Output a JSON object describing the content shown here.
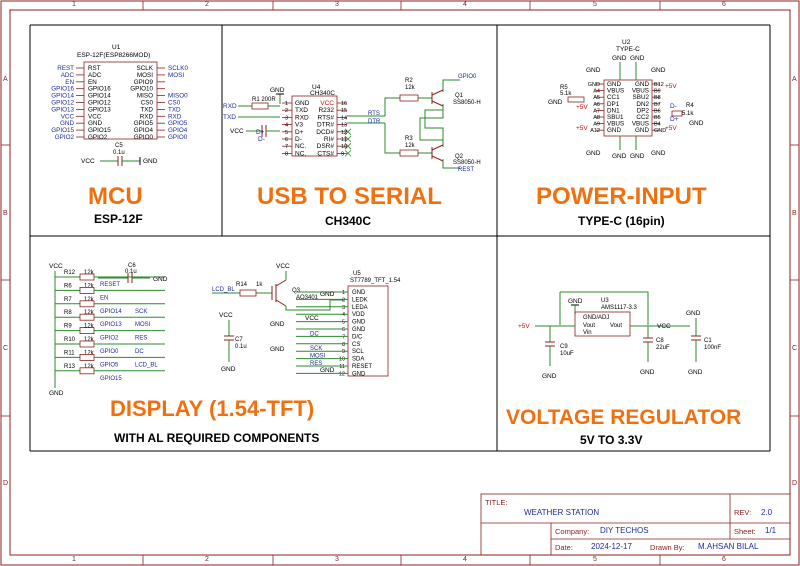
{
  "rulers": {
    "columns": [
      "1",
      "2",
      "3",
      "4",
      "5",
      "6"
    ],
    "rows": [
      "A",
      "B",
      "C",
      "D"
    ]
  },
  "blocks": {
    "mcu": {
      "title": "MCU",
      "subtitle": "ESP-12F",
      "ref": "U1",
      "part": "ESP-12F(ESP8266MOD)",
      "pins_left": [
        "RST",
        "ADC",
        "EN",
        "GPIO16",
        "GPIO14",
        "GPIO12",
        "GPIO13",
        "VCC",
        "GND",
        "GPIO15",
        "GPIO2"
      ],
      "pins_right": [
        "SCLK",
        "MOSI",
        "GPIO9",
        "GPIO10",
        "MISO",
        "CS0",
        "TXD",
        "RXD",
        "GPIO5",
        "GPIO4",
        "GPIO0"
      ],
      "nets_left": [
        "REST",
        "ADC",
        "EN",
        "GPIO16",
        "GPIO14",
        "GPIO12",
        "GPIO13",
        "VCC",
        "GND",
        "GPIO15",
        "GPIO2"
      ],
      "nets_right": [
        "SCLK0",
        "MOSI",
        "",
        "",
        "MISO0",
        "CS0",
        "TXD",
        "RXD",
        "GPIO5",
        "GPIO4",
        "GPIO0"
      ],
      "cap_ref": "C5",
      "cap_val": "0.1u",
      "vcc": "VCC",
      "gnd": "GND"
    },
    "usb": {
      "title": "USB TO SERIAL",
      "subtitle": "CH340C",
      "ref": "U4",
      "part": "CH340C",
      "pins_left": [
        "GND",
        "TXD",
        "RXD",
        "V3",
        "D+",
        "D-",
        "NC.",
        "NC."
      ],
      "pins_right": [
        "VCC",
        "R232",
        "RTS#",
        "DTR#",
        "DCD#",
        "RI#",
        "DSR#",
        "CTS#"
      ],
      "r1": "R1 200R",
      "rxd": "RXD",
      "txd": "TXD",
      "vcc": "VCC",
      "gnd": "GND",
      "dplus": "D+",
      "dminus": "D-",
      "rts": "RTS",
      "dtr": "DTR",
      "r2": "R2",
      "r2val": "12k",
      "r3": "R3",
      "r3val": "12k",
      "q1": "Q1",
      "q1part": "SS8050-H",
      "q2": "Q2",
      "q2part": "SS8050-H",
      "gpio0": "GPIO0",
      "rest": "REST"
    },
    "power": {
      "title": "POWER-INPUT",
      "subtitle": "TYPE-C (16pin)",
      "ref": "U2",
      "part": "TYPE-C",
      "pins_left": [
        "GND",
        "A4",
        "A5",
        "A6",
        "A7",
        "A8",
        "A9",
        "A12"
      ],
      "pins_right": [
        "B12",
        "B9",
        "B8",
        "B7",
        "B6",
        "B5",
        "B4",
        "GND"
      ],
      "sig_left": [
        "GND",
        "VBUS",
        "CC1",
        "DP1",
        "DN1",
        "SBU1",
        "VBUS",
        "GND"
      ],
      "sig_right": [
        "GND",
        "VBUS",
        "SBU2",
        "DN2",
        "DP2",
        "CC2",
        "VBUS",
        "GND"
      ],
      "r5": "R5",
      "r5val": "5.1k",
      "r4": "R4",
      "r4val": "5.1k",
      "v5": "+5V",
      "dminus": "D-",
      "dplus": "D+",
      "gnd": "GND"
    },
    "display": {
      "title": "DISPLAY (1.54-TFT)",
      "subtitle": "WITH AL REQUIRED COMPONENTS",
      "resistors": [
        {
          "ref": "R12",
          "val": "12k",
          "net": "RESET"
        },
        {
          "ref": "R6",
          "val": "12k",
          "net": "EN"
        },
        {
          "ref": "R7",
          "val": "12k",
          "net": "GPIO14",
          "out": "SCK"
        },
        {
          "ref": "R8",
          "val": "12k",
          "net": "GPIO13",
          "out": "MOSI"
        },
        {
          "ref": "R9",
          "val": "12k",
          "net": "GPIO2",
          "out": "RES"
        },
        {
          "ref": "R10",
          "val": "12k",
          "net": "GPIO0",
          "out": "DC"
        },
        {
          "ref": "R11",
          "val": "12k",
          "net": "GPIO5",
          "out": "LCD_BL"
        },
        {
          "ref": "R13",
          "val": "12k",
          "net": "GPIO15"
        }
      ],
      "vcc": "VCC",
      "gnd": "GND",
      "c6": "C6",
      "c6val": "0.1u",
      "c7": "C7",
      "c7val": "0.1u",
      "lcd_bl": "LCD_BL",
      "r14": "R14",
      "r14val": "1k",
      "q3": "Q3",
      "q3part": "AO3401",
      "u5": "U5",
      "u5part": "ST7789_TFT_1.54",
      "tft_pins": [
        "GND",
        "LEDK",
        "LEDA",
        "VDD",
        "GND",
        "GND",
        "D/C",
        "CS",
        "SCL",
        "SDA",
        "RESET",
        "GND"
      ],
      "tft_nums": [
        "1",
        "2",
        "3",
        "4",
        "5",
        "6",
        "7",
        "8",
        "9",
        "10",
        "11",
        "12"
      ],
      "tft_nets": [
        "",
        "",
        "",
        "",
        "",
        "",
        "DC",
        "",
        "SCK",
        "MOSI",
        "RES",
        ""
      ]
    },
    "regulator": {
      "title": "VOLTAGE REGULATOR",
      "subtitle": "5V TO 3.3V",
      "ref": "U3",
      "part": "AMS1117-3.3",
      "pin_adj": "GND/ADJ",
      "pin_vout": "Vout",
      "pin_vin": "Vin",
      "pin_vout2": "Vout",
      "vin": "+5V",
      "vout": "VCC",
      "c9": "C9",
      "c9val": "10uF",
      "c8": "C8",
      "c8val": "22uF",
      "c1": "C1",
      "c1val": "100nF",
      "gnd": "GND"
    }
  },
  "title_block": {
    "title_label": "TITLE:",
    "title": "WEATHER STATION",
    "rev_label": "REV:",
    "rev": "2.0",
    "company_label": "Company:",
    "company": "DIY TECHOS",
    "sheet_label": "Sheet:",
    "sheet": "1/1",
    "date_label": "Date:",
    "date": "2024-12-17",
    "drawn_label": "Drawn By:",
    "drawn": "M.AHSAN BILAL"
  },
  "colors": {
    "frame": "#8a2020",
    "wire": "#2c8a2c",
    "text": "#1e2a9a",
    "title": "#f07010",
    "power": "#c01010",
    "part": "#000000"
  }
}
